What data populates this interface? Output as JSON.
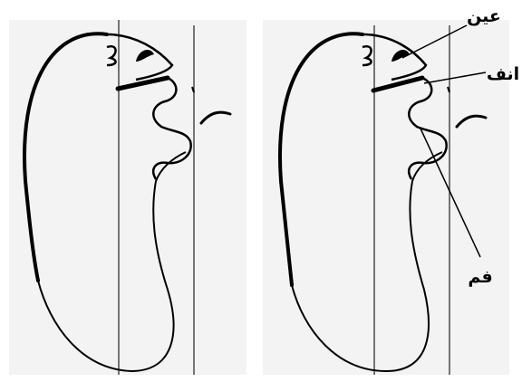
{
  "figure": {
    "label_eye": "عين",
    "label_nose": "انف",
    "label_mouth": "فم"
  },
  "colors": {
    "background": "#ffffff",
    "paper": "#f3f3f3",
    "ink": "#000000",
    "guide_line": "#555555"
  }
}
